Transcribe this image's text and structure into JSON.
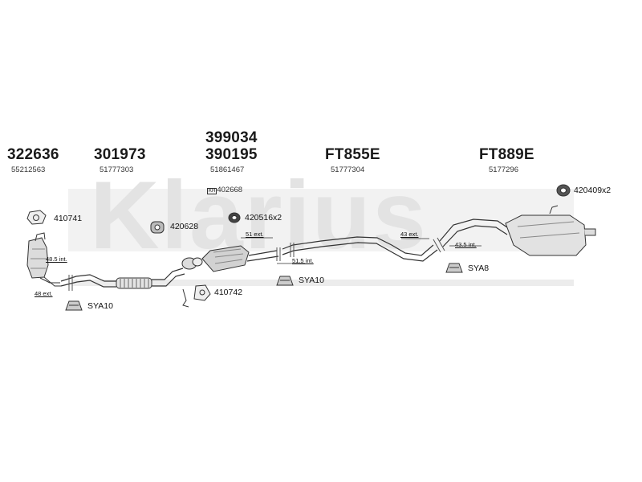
{
  "watermark": "Klarius",
  "groups": [
    {
      "part": "322636",
      "oem": "55212563"
    },
    {
      "part": "301973",
      "oem": "51777303"
    },
    {
      "part_top": "399034",
      "part": "390195",
      "oem": "51861467",
      "kit_tag": "KH",
      "kit": "402668"
    },
    {
      "part": "FT855E",
      "oem": "51777304"
    },
    {
      "part": "FT889E",
      "oem": "5177296"
    }
  ],
  "fittings": {
    "f410741": "410741",
    "f420628": "420628",
    "f420516": "420516x2",
    "f420409": "420409x2",
    "f410742": "410742",
    "sya10_a": "SYA10",
    "sya10_b": "SYA10",
    "sya8": "SYA8"
  },
  "dimensions": {
    "d48_5int": "48.5 int.",
    "d48ext": "48 ext.",
    "d51ext": "51 ext.",
    "d51_5int": "51.5 int.",
    "d43ext": "43 ext.",
    "d43_5int": "43.5 int."
  }
}
